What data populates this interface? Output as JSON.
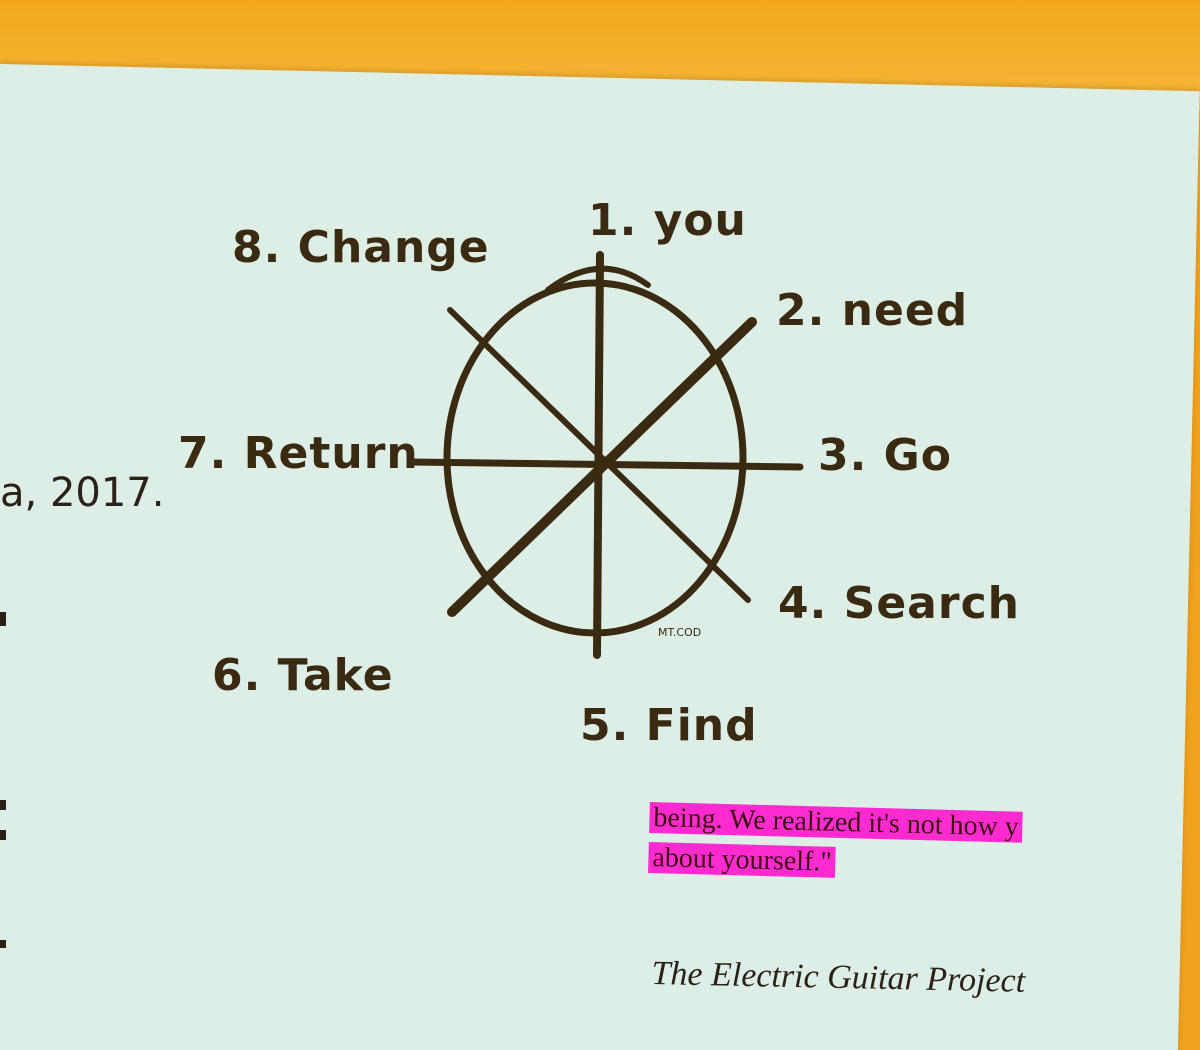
{
  "diagram": {
    "spokes": [
      {
        "label": "1. you"
      },
      {
        "label": "2. need"
      },
      {
        "label": "3. Go"
      },
      {
        "label": "4. Search"
      },
      {
        "label": "5. Find"
      },
      {
        "label": "6. Take"
      },
      {
        "label": "7. Return"
      },
      {
        "label": "8. Change"
      }
    ],
    "small_mark": "MT.COD"
  },
  "page_text": {
    "date_fragment": "a, 2017.",
    "quote_line1": "being. We realized it's not how y",
    "quote_line2": "about yourself.\"",
    "book_title": "The Electric Guitar Project"
  },
  "colors": {
    "ink": "#3a2a12",
    "paper": "#ddeee6",
    "wall": "#f3a71c",
    "highlighter": "#ff2bd0"
  }
}
